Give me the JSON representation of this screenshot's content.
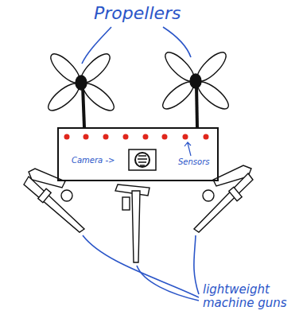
{
  "diagram": {
    "nodes": [
      {
        "text": [
          "Camera ->",
          "Sensors"
        ]
      }
    ],
    "labels": [
      "Propellers",
      "lightweight machine guns"
    ]
  }
}
